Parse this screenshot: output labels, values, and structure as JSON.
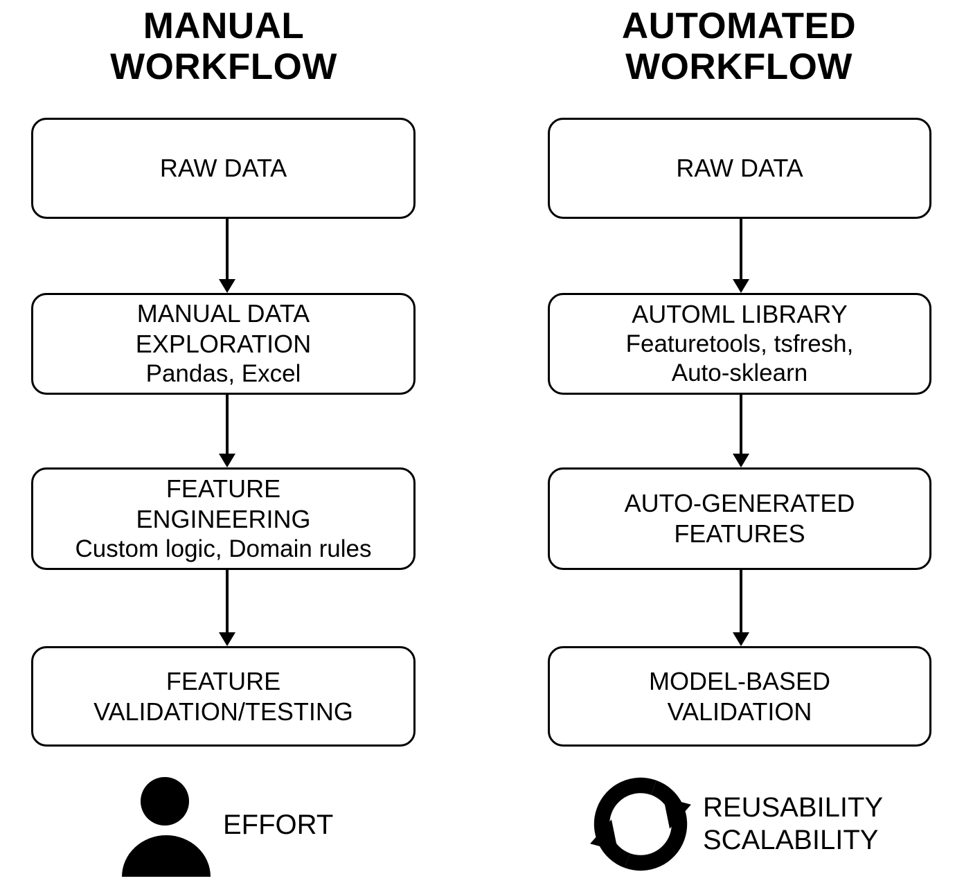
{
  "columns": [
    {
      "id": "manual",
      "title": "MANUAL\nWORKFLOW",
      "steps": [
        {
          "title": "RAW DATA",
          "sub": ""
        },
        {
          "title": "MANUAL DATA\nEXPLORATION",
          "sub": "Pandas, Excel"
        },
        {
          "title": "FEATURE\nENGINEERING",
          "sub": "Custom logic, Domain rules"
        },
        {
          "title": "FEATURE\nVALIDATION/TESTING",
          "sub": ""
        }
      ],
      "footer": {
        "icon": "person-icon",
        "label": "EFFORT"
      }
    },
    {
      "id": "automated",
      "title": "AUTOMATED\nWORKFLOW",
      "steps": [
        {
          "title": "RAW DATA",
          "sub": ""
        },
        {
          "title": "AUTOML LIBRARY",
          "sub": "Featuretools, tsfresh,\nAuto-sklearn"
        },
        {
          "title": "AUTO-GENERATED\nFEATURES",
          "sub": ""
        },
        {
          "title": "MODEL-BASED\nVALIDATION",
          "sub": ""
        }
      ],
      "footer": {
        "icon": "recycle-cycle-icon",
        "label": "REUSABILITY\nSCALABILITY"
      }
    }
  ],
  "arrows": {
    "count_per_column": 3,
    "direction": "down"
  },
  "colors": {
    "stroke": "#000000",
    "background": "#ffffff",
    "text": "#000000"
  }
}
